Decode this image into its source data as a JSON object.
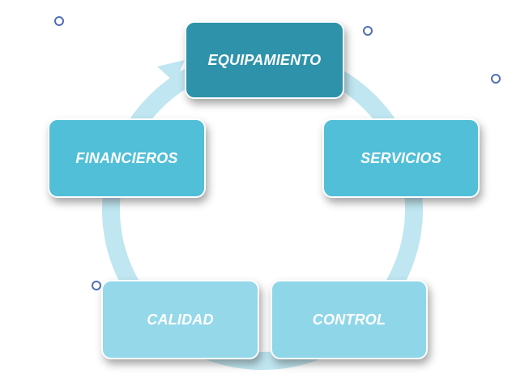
{
  "diagram": {
    "type": "cycle",
    "colors": {
      "ring": "#bfe6f1",
      "dot_outline": "#4f6fb8",
      "node_text": "#ffffff"
    },
    "nodes": [
      {
        "id": "equipamiento",
        "label": "EQUIPAMIENTO",
        "color": "#2e93aa"
      },
      {
        "id": "servicios",
        "label": "SERVICIOS",
        "color": "#52bfd8"
      },
      {
        "id": "control",
        "label": "CONTROL",
        "color": "#8fd6e9"
      },
      {
        "id": "calidad",
        "label": "CALIDAD",
        "color": "#94d8ea"
      },
      {
        "id": "financieros",
        "label": "FINANCIEROS",
        "color": "#52bfd8"
      }
    ],
    "flow_direction": "clockwise",
    "arrowhead_target": "equipamiento"
  }
}
